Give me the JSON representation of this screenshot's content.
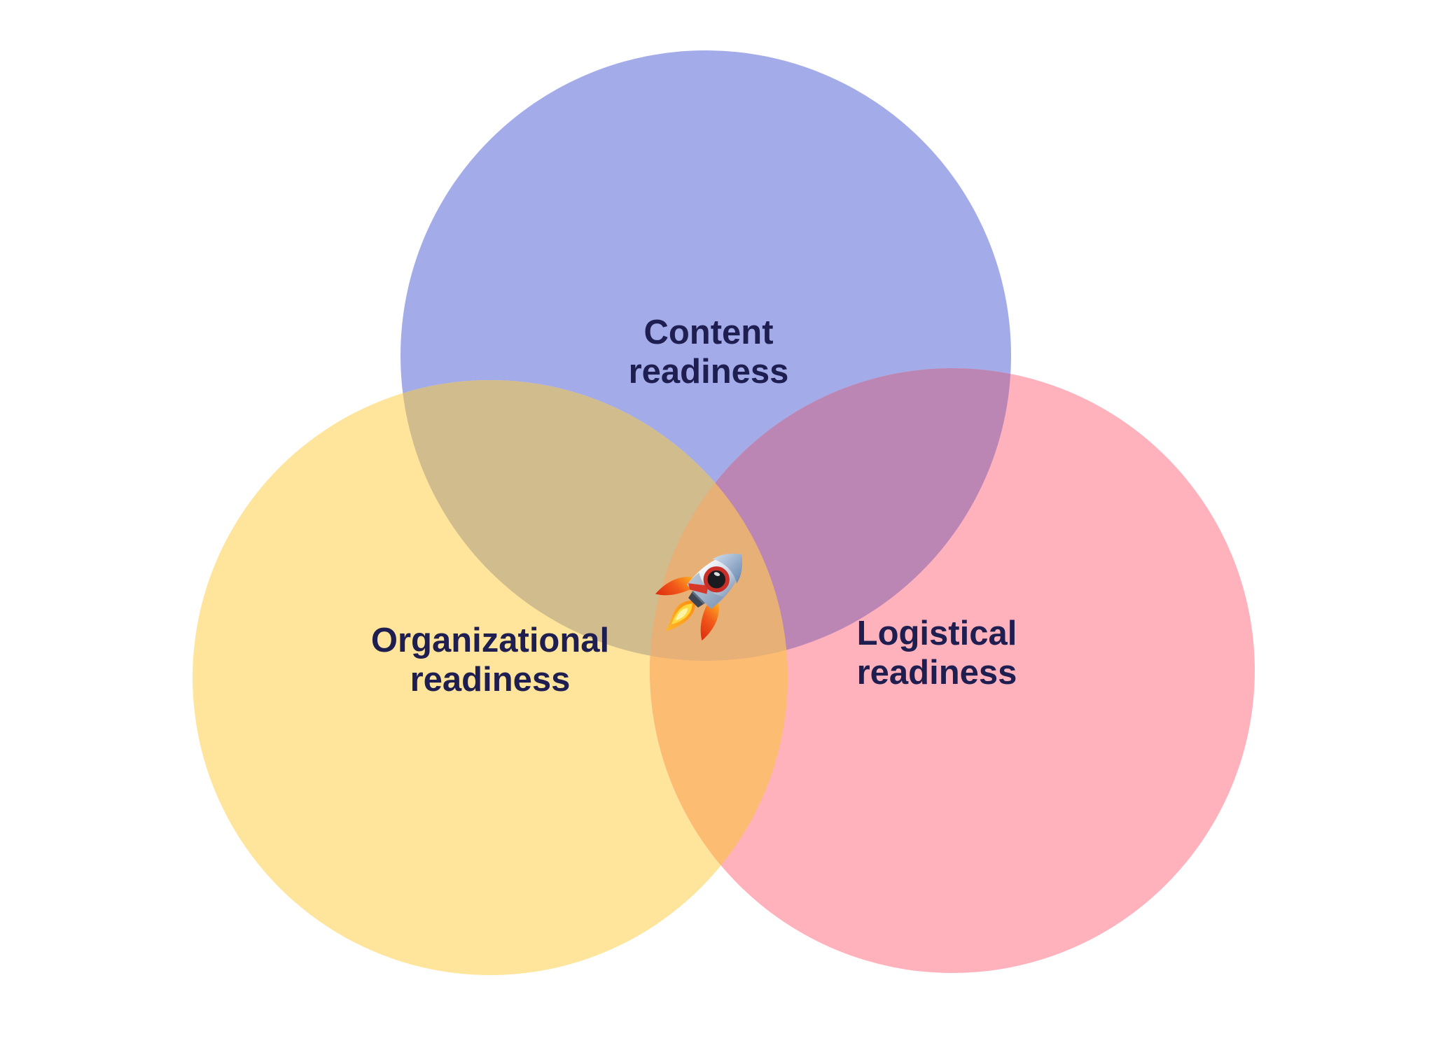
{
  "page": {
    "background": "#ffffff"
  },
  "diagram": {
    "type": "venn-3",
    "label_color": "#1e1e50",
    "sets": [
      {
        "id": "content",
        "label": "Content\nreadiness",
        "color": "#a3ace9"
      },
      {
        "id": "organizational",
        "label": "Organizational\nreadiness",
        "color": "#ffe59b"
      },
      {
        "id": "logistical",
        "label": "Logistical\nreadiness",
        "color": "#ffb1bc"
      }
    ],
    "overlaps": {
      "content_organizational": "#d1bc8e",
      "content_logistical": "#bb86b4",
      "organizational_logistical": "#fcbd72",
      "center": "#e6b077"
    },
    "center_icon": "rocket-icon"
  }
}
